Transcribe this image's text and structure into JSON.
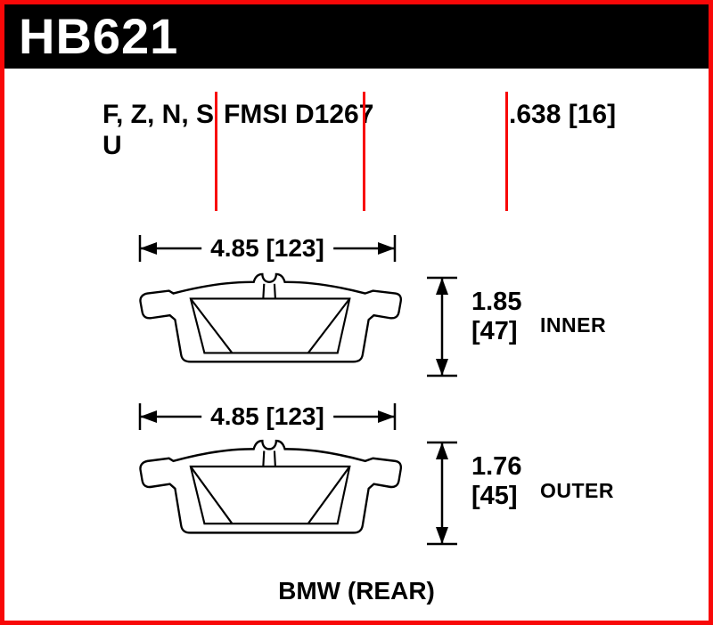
{
  "colors": {
    "accent_red": "#f80808",
    "header_bg": "#000000",
    "header_text": "#ffffff",
    "line_black": "#000000",
    "background": "#ffffff"
  },
  "header": {
    "part_number": "HB621"
  },
  "spec_row": {
    "compound_codes_line1": "F, Z, N, S",
    "compound_codes_line2": "U",
    "fmsi": "FMSI D1267",
    "pad_thickness": ".638 [16]"
  },
  "pads": [
    {
      "width_label": "4.85 [123]",
      "thickness_value": "1.85",
      "thickness_mm": "[47]",
      "position": "INNER"
    },
    {
      "width_label": "4.85 [123]",
      "thickness_value": "1.76",
      "thickness_mm": "[45]",
      "position": "OUTER"
    }
  ],
  "footer": {
    "application": "BMW (REAR)"
  }
}
